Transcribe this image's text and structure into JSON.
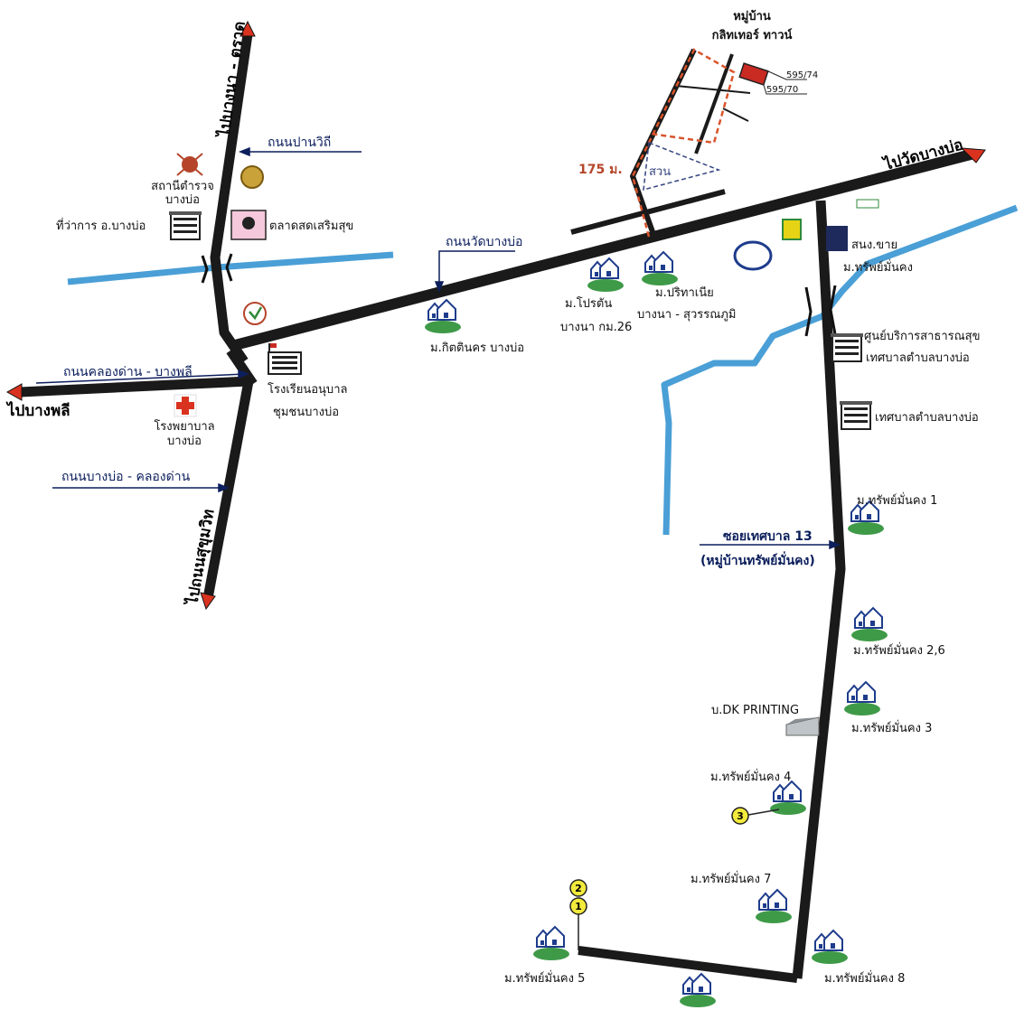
{
  "labels": {
    "village_title_1": "หมู่บ้าน",
    "village_title_2": "กลิทเทอร์ ทาวน์",
    "plot_1": "595/74",
    "plot_2": "595/70",
    "distance": "175 ม.",
    "garden": "สวน",
    "to_bangna_trat": "ไปบางนา - ตราด",
    "to_wat_bangbo": "ไปวัดบางบ่อ",
    "to_bangphli": "ไปบางพลี",
    "to_sukhumvit": "ไปถนนสุขุมวิท",
    "road_pana_withi": "ถนนปานวิถี",
    "road_wat_bangbo": "ถนนวัดบางบ่อ",
    "road_khlongdan_bangphli": "ถนนคลองด่าน - บางพลี",
    "road_bangbo_khlongdan": "ถนนบางบ่อ - คลองด่าน",
    "soi_tessaban_13": "ซอยเทศบาล 13",
    "soi_tessaban_13_sub": "(หมู่บ้านทรัพย์มั่นคง)",
    "police_station_1": "สถานีตำรวจ",
    "police_station_2": "บางบ่อ",
    "district_office": "ที่ว่าการ อ.บางบ่อ",
    "fresh_market": "ตลาดสดเสริมสุข",
    "school_1": "โรงเรียนอนุบาล",
    "school_2": "ชุมชนบางบ่อ",
    "hospital_1": "โรงพยาบาล",
    "hospital_2": "บางบ่อ",
    "kittinakorn": "ม.กิตตินคร บางบ่อ",
    "porton_1": "ม.โปรตัน",
    "porton_2": "บางนา กม.26",
    "pritanea_1": "ม.ปริทาเนีย",
    "pritanea_2": "บางนา - สุวรรณภูมิ",
    "field_1": "สนง.ขาย",
    "field_2": "ม.ทรัพย์มั่นคง",
    "health_center_1": "ศูนย์บริการสาธารณสุข",
    "health_center_2": "เทศบาลตำบลบางบ่อ",
    "municipality": "เทศบาลตำบลบางบ่อ",
    "sap_1": "ม.ทรัพย์มั่นคง 1",
    "sap_26": "ม.ทรัพย์มั่นคง 2,6",
    "dk_printing": "บ.DK PRINTING",
    "sap_3": "ม.ทรัพย์มั่นคง 3",
    "sap_4": "ม.ทรัพย์มั่นคง 4",
    "sap_7": "ม.ทรัพย์มั่นคง 7",
    "sap_5": "ม.ทรัพย์มั่นคง 5",
    "sap_8": "ม.ทรัพย์มั่นคง 8",
    "marker_1": "1",
    "marker_2": "2",
    "marker_3": "3"
  },
  "colors": {
    "road": "#1a1a1a",
    "river": "#4a9fd6",
    "road_label": "#0c1f5c",
    "route": "#d9542b",
    "marker": "#f2ea3c",
    "house_roof": "#1e3c8c",
    "house_grass": "#3f9a48"
  }
}
